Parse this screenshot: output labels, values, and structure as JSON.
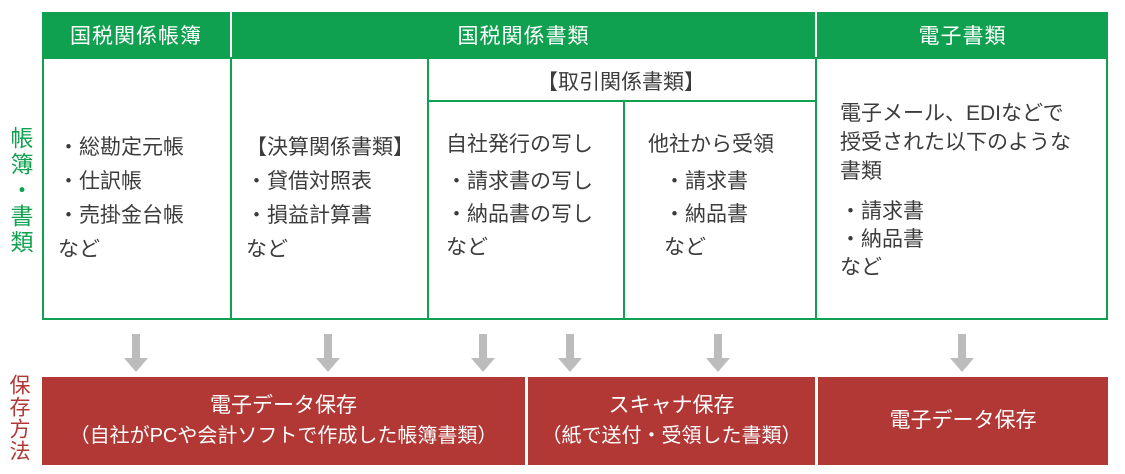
{
  "colors": {
    "green": "#10a150",
    "red": "#b23836",
    "arrow_gray": "#bcbcbc",
    "body_text": "#3c3c3c",
    "header_text": "#ffffff"
  },
  "side_labels": {
    "books_documents": "帳簿・書類",
    "storage_method": "保存方法"
  },
  "header": {
    "national_tax_books": "国税関係帳簿",
    "national_tax_documents": "国税関係書類",
    "electronic_documents": "電子書類"
  },
  "cells": {
    "national_tax_books": {
      "items": [
        "・総勘定元帳",
        "・仕訳帳",
        "・売掛金台帳",
        "など"
      ]
    },
    "settlement_documents": {
      "heading": "【決算関係書類】",
      "items": [
        "・貸借対照表",
        "・損益計算書",
        "など"
      ]
    },
    "transaction_documents": {
      "heading": "【取引関係書類】",
      "own_issued": {
        "heading": "自社発行の写し",
        "items": [
          "・請求書の写し",
          "・納品書の写し",
          "など"
        ]
      },
      "received": {
        "heading": "他社から受領",
        "items": [
          "・請求書",
          "・納品書",
          "など"
        ]
      }
    },
    "electronic_documents": {
      "intro_lines": [
        "電子メール、EDIなどで",
        "授受された以下のような",
        "書類"
      ],
      "items": [
        "・請求書",
        "・納品書",
        "など"
      ]
    }
  },
  "storage_bar": {
    "electronic_data_1": {
      "title": "電子データ保存",
      "subtitle": "（自社がPCや会計ソフトで作成した帳簿書類）"
    },
    "scanner": {
      "title": "スキャナ保存",
      "subtitle": "（紙で送付・受領した書類）"
    },
    "electronic_data_2": {
      "title": "電子データ保存"
    }
  }
}
